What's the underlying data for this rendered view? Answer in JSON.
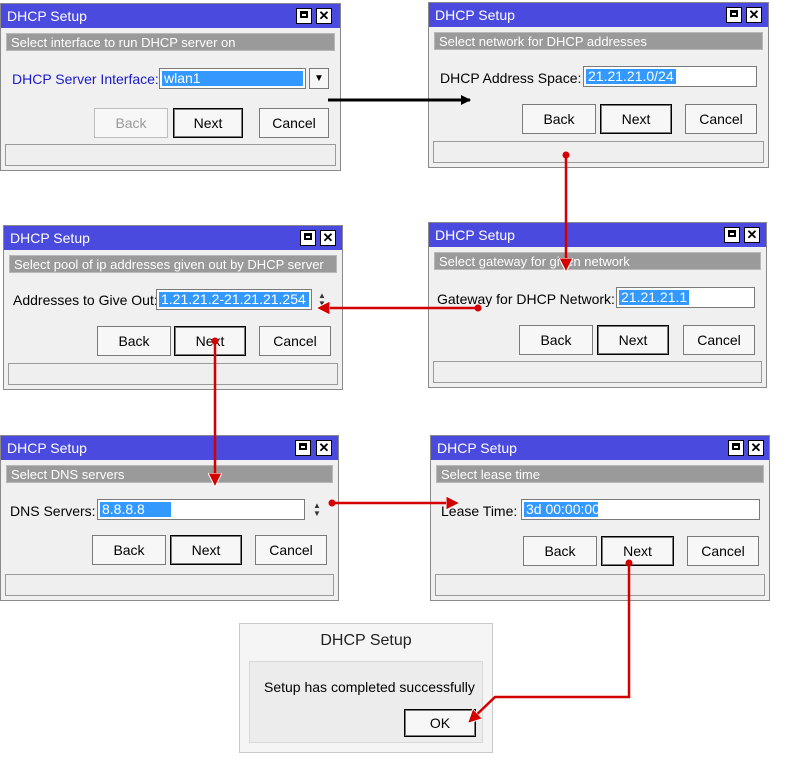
{
  "windows": {
    "w1": {
      "title": "DHCP Setup",
      "prompt": "Select interface to run DHCP server on",
      "field_label": "DHCP Server Interface:",
      "field_value": "wlan1",
      "back": "Back",
      "next": "Next",
      "cancel": "Cancel"
    },
    "w2": {
      "title": "DHCP Setup",
      "prompt": "Select network for DHCP addresses",
      "field_label": "DHCP Address Space:",
      "field_value": "21.21.21.0/24",
      "back": "Back",
      "next": "Next",
      "cancel": "Cancel"
    },
    "w3": {
      "title": "DHCP Setup",
      "prompt": "Select pool of ip addresses given out by DHCP server",
      "field_label": "Addresses to Give Out:",
      "field_value": "1.21.21.2-21.21.21.254",
      "back": "Back",
      "next": "Next",
      "cancel": "Cancel"
    },
    "w4": {
      "title": "DHCP Setup",
      "prompt": "Select gateway for given network",
      "field_label": "Gateway for DHCP Network:",
      "field_value": "21.21.21.1",
      "back": "Back",
      "next": "Next",
      "cancel": "Cancel"
    },
    "w5": {
      "title": "DHCP Setup",
      "prompt": "Select DNS servers",
      "field_label": "DNS Servers:",
      "field_value": "8.8.8.8",
      "back": "Back",
      "next": "Next",
      "cancel": "Cancel"
    },
    "w6": {
      "title": "DHCP Setup",
      "prompt": "Select lease time",
      "field_label": "Lease Time:",
      "field_value": "3d 00:00:00",
      "back": "Back",
      "next": "Next",
      "cancel": "Cancel"
    }
  },
  "final": {
    "title": "DHCP Setup",
    "message": "Setup has completed successfully",
    "ok": "OK"
  },
  "icons": {
    "maximize": "maximize-icon",
    "close": "close-icon",
    "dropdown": "dropdown-arrow-icon",
    "spinner": "up-down-spinner-icon"
  },
  "colors": {
    "titlebar": "#4a4adf",
    "prompt_bg": "#9a9a9a",
    "selection": "#3399ff",
    "arrow_red": "#d40000",
    "arrow_black": "#000000"
  }
}
